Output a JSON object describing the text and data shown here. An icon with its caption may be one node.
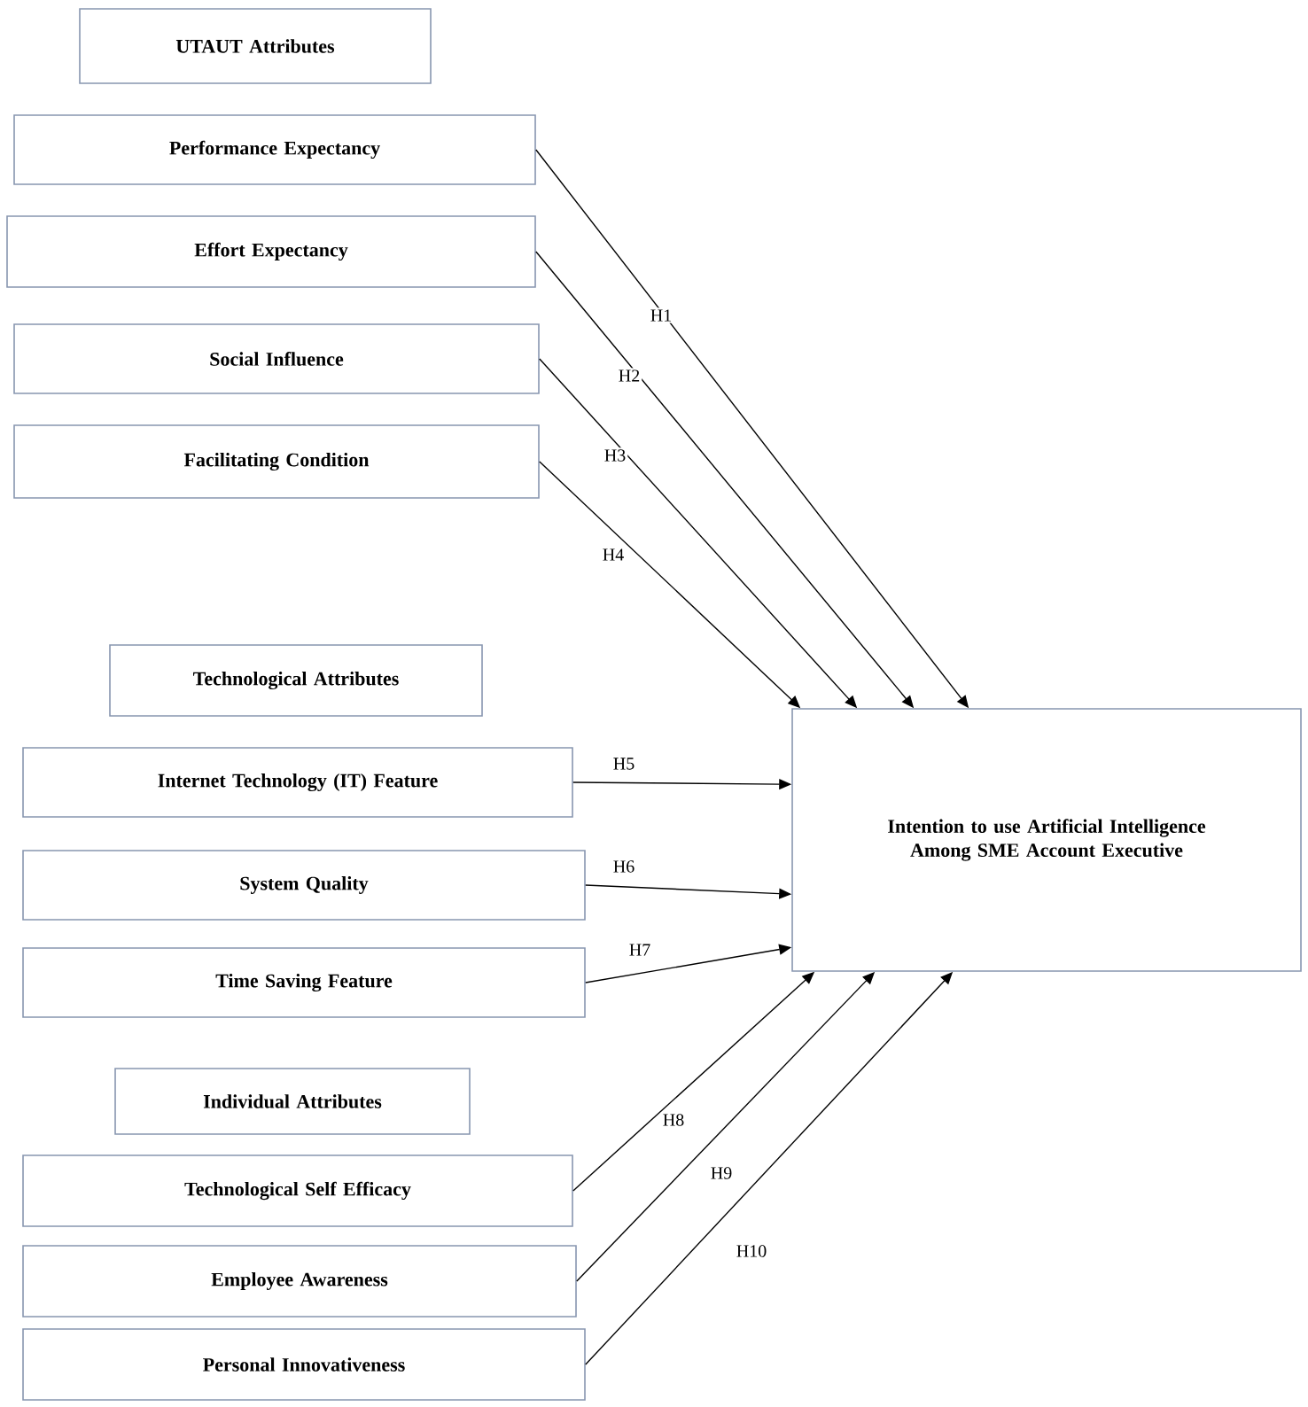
{
  "diagram": {
    "nodes": [
      {
        "text": [
          "UTAUT Attributes"
        ]
      },
      {
        "text": [
          "Performance Expectancy"
        ]
      },
      {
        "text": [
          "Effort Expectancy"
        ]
      },
      {
        "text": [
          "Social Influence"
        ]
      },
      {
        "text": [
          "Facilitating Condition"
        ]
      },
      {
        "text": [
          "Technological Attributes"
        ]
      },
      {
        "text": [
          "Internet Technology (IT) Feature"
        ]
      },
      {
        "text": [
          "System Quality"
        ]
      },
      {
        "text": [
          "Time Saving Feature"
        ]
      },
      {
        "text": [
          "Individual Attributes"
        ]
      },
      {
        "text": [
          "Technological Self Efficacy"
        ]
      },
      {
        "text": [
          "Employee Awareness"
        ]
      },
      {
        "text": [
          "Personal Innovativeness"
        ]
      },
      {
        "text": [
          "Intention to use Artificial Intelligence Among SME Account Executive"
        ]
      }
    ],
    "edges": [
      {
        "from": 1,
        "to": 13,
        "arrow": "to",
        "label": "H1"
      },
      {
        "from": 2,
        "to": 13,
        "arrow": "to",
        "label": "H2"
      },
      {
        "from": 3,
        "to": 13,
        "arrow": "to",
        "label": "H3"
      },
      {
        "from": 4,
        "to": 13,
        "arrow": "to",
        "label": "H4"
      },
      {
        "from": 6,
        "to": 13,
        "arrow": "to",
        "label": "H5"
      },
      {
        "from": 7,
        "to": 13,
        "arrow": "to",
        "label": "H6"
      },
      {
        "from": 8,
        "to": 13,
        "arrow": "to",
        "label": "H7"
      },
      {
        "from": 10,
        "to": 13,
        "arrow": "to",
        "label": "H8"
      },
      {
        "from": 11,
        "to": 13,
        "arrow": "to",
        "label": "H9"
      },
      {
        "from": 12,
        "to": 13,
        "arrow": "to",
        "label": "H10"
      }
    ]
  }
}
